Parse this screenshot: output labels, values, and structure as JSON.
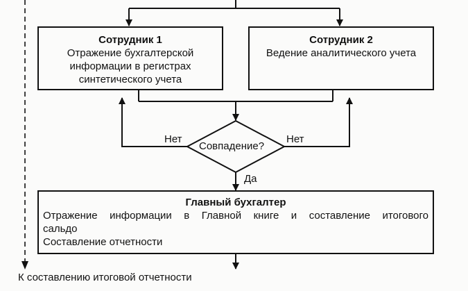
{
  "employee1": {
    "title": "Сотрудник 1",
    "lines": [
      "Отражение бухгалтерской",
      "информации в регистрах",
      "синтетического учета"
    ]
  },
  "employee2": {
    "title": "Сотрудник 2",
    "lines": [
      "Ведение аналитического учета"
    ]
  },
  "decision": {
    "label": "Совпадение?",
    "no_left": "Нет",
    "no_right": "Нет",
    "yes": "Да"
  },
  "chief": {
    "title": "Главный бухгалтер",
    "line1": "Отражение информации в Главной книге и составление итогового",
    "line2": "сальдо",
    "line3": "Составление отчетности"
  },
  "footer_note": "К составлению итоговой отчетности"
}
